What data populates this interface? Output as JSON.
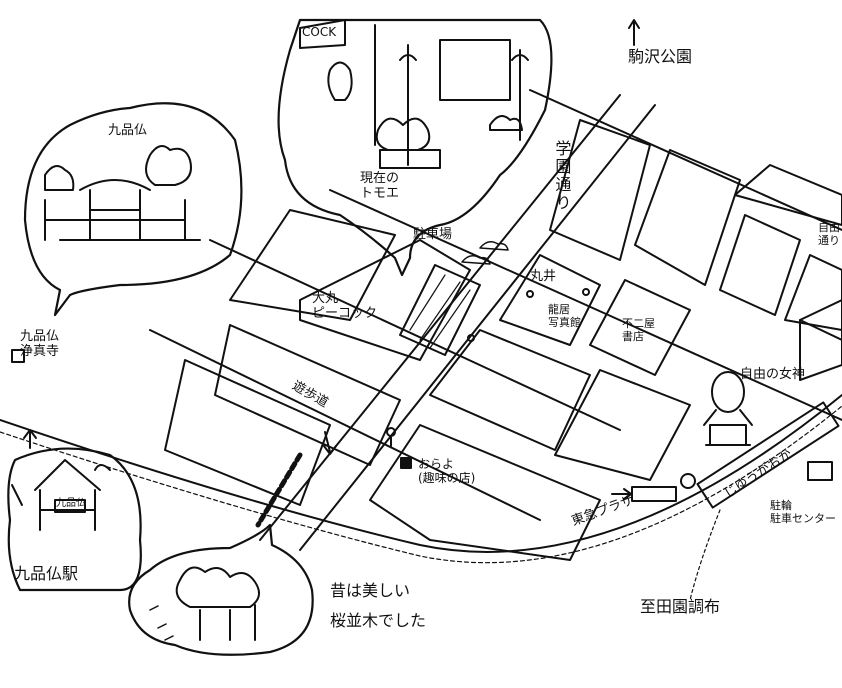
{
  "labels": {
    "kuhonbutsu_bubble": "九品仏",
    "kuhonbutsu_temple": "九品仏\n浄真寺",
    "kuhonbutsu_station": "九品仏駅",
    "station_sign": "九品仏",
    "shop_sign": "COCK",
    "tomoe_now": "現在の\nトモエ",
    "parking": "駐車場",
    "daimaru_peacock": "大丸\nピーコック",
    "marui": "丸井",
    "tatsumi_photo": "龍居\n写真館",
    "fujiya_books": "不二屋\n書店",
    "promenade": "遊歩道",
    "oraho": "おらよ\n(趣味の店)",
    "jiyugaoka": "じゆうがおか",
    "liberty_goddess": "自由の女神",
    "tokyu_plaza": "東急プラザ",
    "gakuen_dori": "学園通り",
    "komazawa_park": "駒沢公園",
    "den_en_chofu": "至田園調布",
    "cherry_text": "昔は美しい\n桜並木でした",
    "right_edge": "自由\n通り",
    "right_bottom": "駐輪\n駐車センター"
  },
  "icons": [
    "temple-icon",
    "station-icon",
    "statue-icon",
    "tree-icon",
    "streetlamp-icon"
  ]
}
